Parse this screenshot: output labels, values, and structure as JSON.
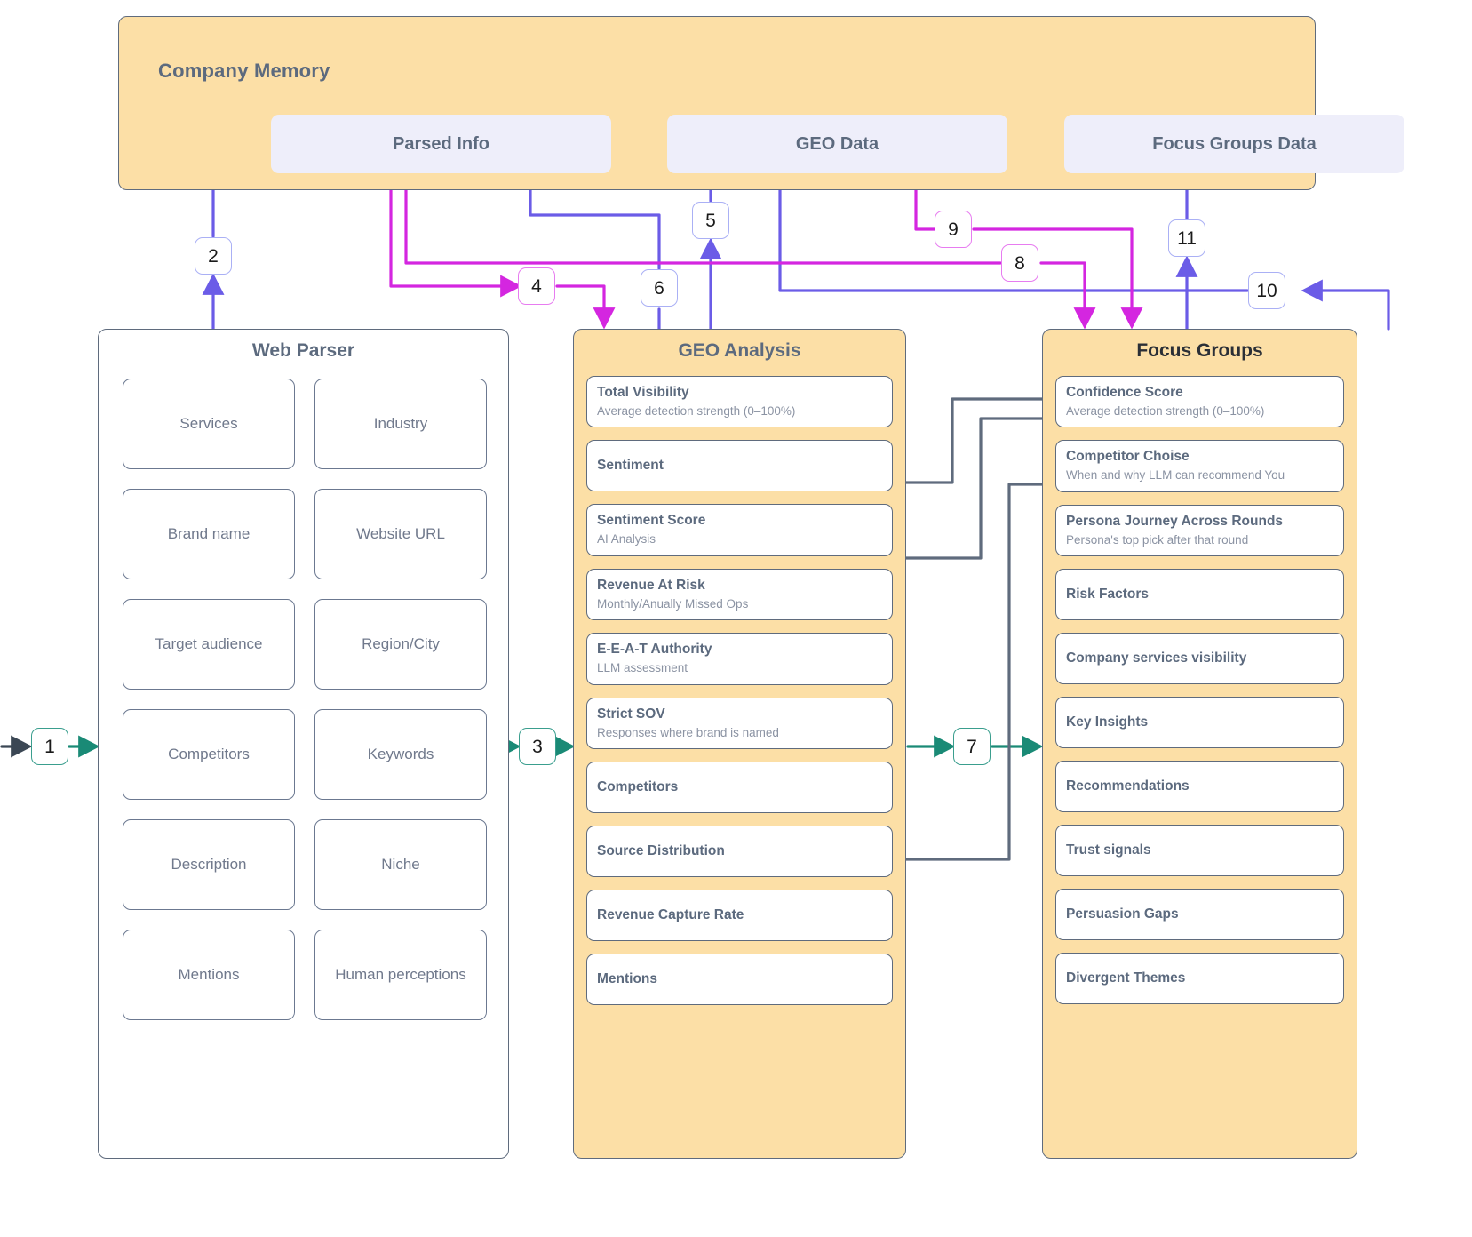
{
  "memory": {
    "title": "Company Memory",
    "boxes": [
      {
        "label": "Parsed Info"
      },
      {
        "label": "GEO Data"
      },
      {
        "label": "Focus Groups Data"
      }
    ]
  },
  "web_parser": {
    "title": "Web Parser",
    "items": [
      {
        "label": "Services"
      },
      {
        "label": "Industry"
      },
      {
        "label": "Brand name"
      },
      {
        "label": "Website URL"
      },
      {
        "label": "Target audience"
      },
      {
        "label": "Region/City"
      },
      {
        "label": "Competitors"
      },
      {
        "label": "Keywords"
      },
      {
        "label": "Description"
      },
      {
        "label": "Niche"
      },
      {
        "label": "Mentions"
      },
      {
        "label": "Human perceptions"
      }
    ]
  },
  "geo_analysis": {
    "title": "GEO Analysis",
    "cards": [
      {
        "title": "Total Visibility",
        "sub": "Average detection strength (0–100%)"
      },
      {
        "title": "Sentiment",
        "sub": ""
      },
      {
        "title": "Sentiment Score",
        "sub": "AI Analysis"
      },
      {
        "title": "Revenue At Risk",
        "sub": "Monthly/Anually Missed Ops"
      },
      {
        "title": "E-E-A-T Authority",
        "sub": "LLM assessment"
      },
      {
        "title": "Strict SOV",
        "sub": "Responses where brand is named"
      },
      {
        "title": "Competitors",
        "sub": ""
      },
      {
        "title": "Source Distribution",
        "sub": ""
      },
      {
        "title": "Revenue Capture Rate",
        "sub": ""
      },
      {
        "title": "Mentions",
        "sub": ""
      }
    ]
  },
  "focus_groups": {
    "title": "Focus Groups",
    "cards": [
      {
        "title": "Confidence Score",
        "sub": "Average detection strength (0–100%)"
      },
      {
        "title": "Competitor Choise",
        "sub": "When and why LLM can recommend You"
      },
      {
        "title": "Persona Journey Across Rounds",
        "sub": "Persona's top pick after that round"
      },
      {
        "title": "Risk Factors",
        "sub": ""
      },
      {
        "title": "Company services visibility",
        "sub": ""
      },
      {
        "title": "Key Insights",
        "sub": ""
      },
      {
        "title": "Recommendations",
        "sub": ""
      },
      {
        "title": "Trust signals",
        "sub": ""
      },
      {
        "title": "Persuasion Gaps",
        "sub": ""
      },
      {
        "title": "Divergent Themes",
        "sub": ""
      }
    ]
  },
  "edges": {
    "badges": [
      {
        "id": "1",
        "label": "1",
        "color": "teal"
      },
      {
        "id": "2",
        "label": "2",
        "color": "indigo"
      },
      {
        "id": "3",
        "label": "3",
        "color": "teal"
      },
      {
        "id": "4",
        "label": "4",
        "color": "magenta"
      },
      {
        "id": "5",
        "label": "5",
        "color": "indigo"
      },
      {
        "id": "6",
        "label": "6",
        "color": "indigo"
      },
      {
        "id": "7",
        "label": "7",
        "color": "teal"
      },
      {
        "id": "8",
        "label": "8",
        "color": "magenta"
      },
      {
        "id": "9",
        "label": "9",
        "color": "magenta"
      },
      {
        "id": "10",
        "label": "10",
        "color": "indigo"
      },
      {
        "id": "11",
        "label": "11",
        "color": "indigo"
      }
    ]
  },
  "colors": {
    "panel_orange": "#fcdfa6",
    "panel_border": "#5f6b7d",
    "lavender_box": "#eeeefa",
    "title_slate": "#5c6a7e",
    "edge_indigo": "#6b5ce7",
    "edge_magenta": "#d426e0",
    "edge_teal": "#1a8a76",
    "edge_slate": "#5f6b7d"
  }
}
